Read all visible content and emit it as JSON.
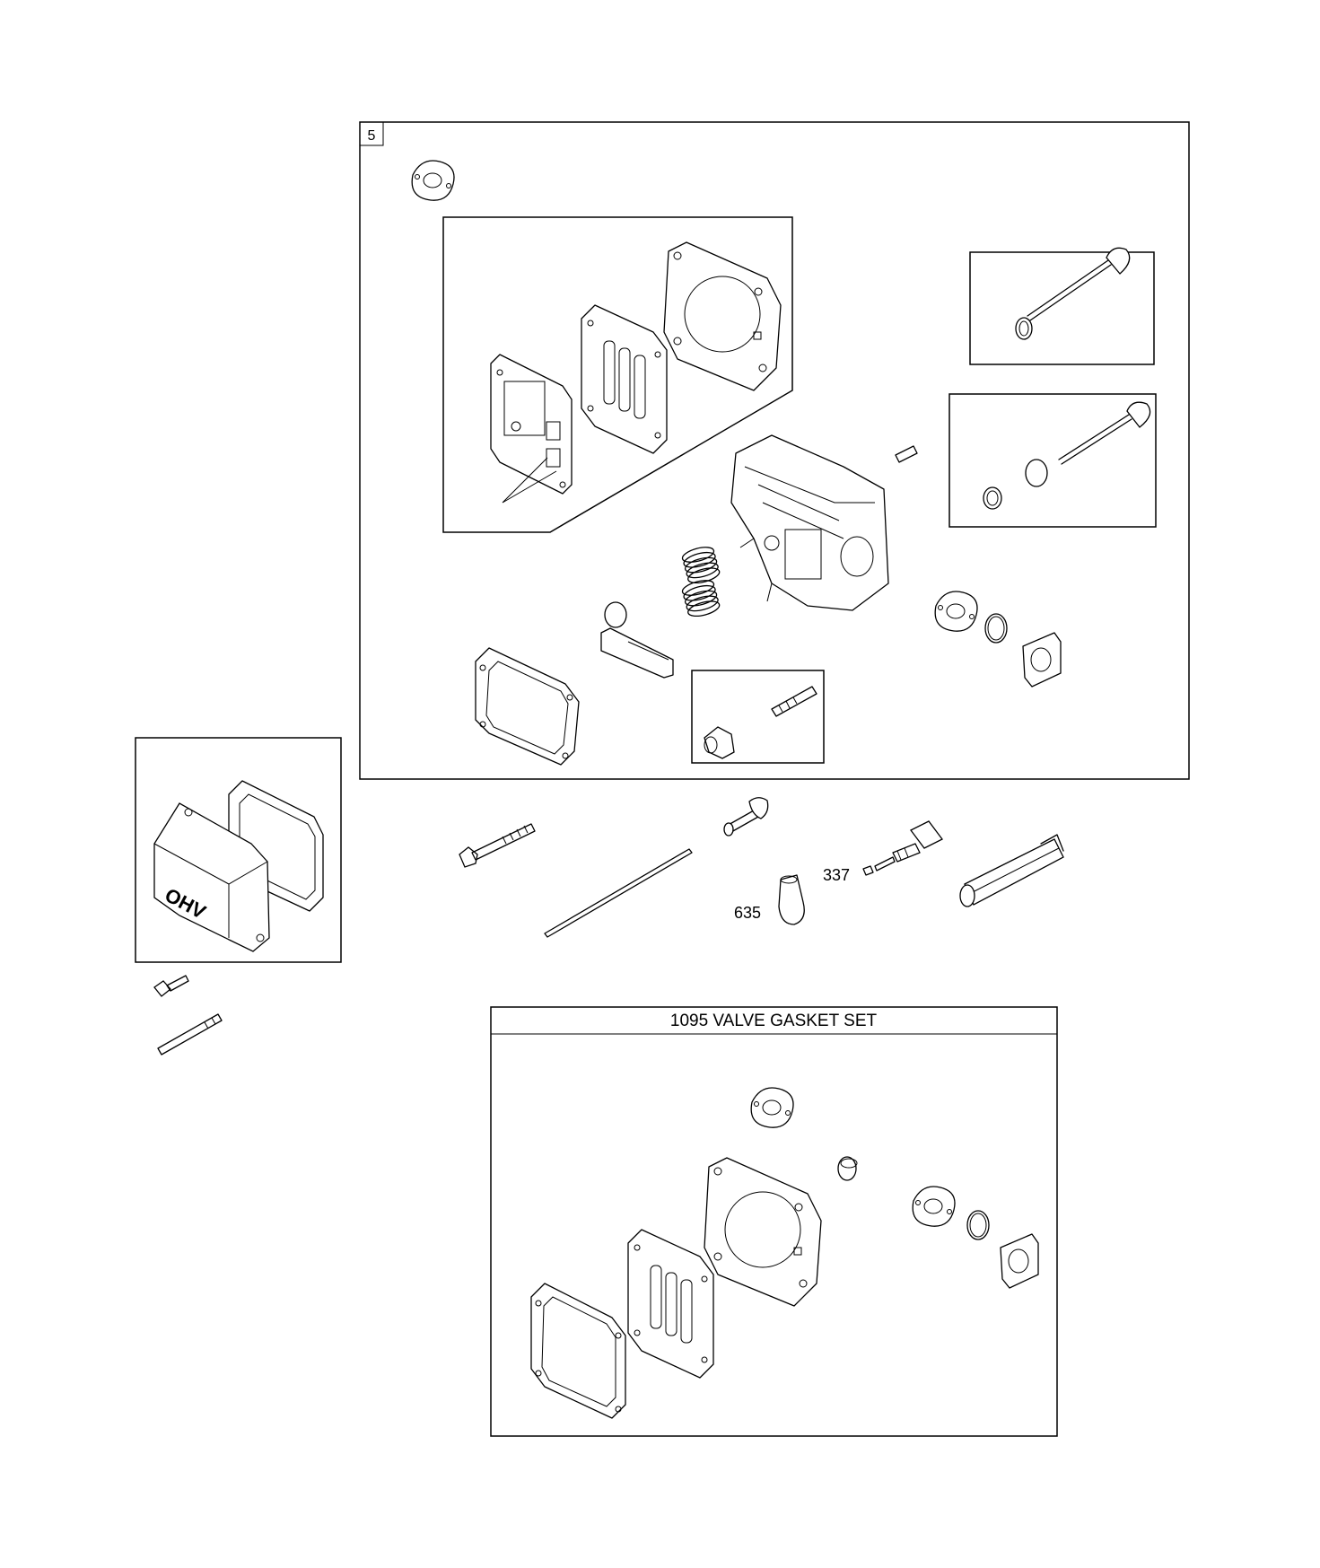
{
  "diagram": {
    "group_label": "5",
    "callouts": [
      "337",
      "635"
    ],
    "kit_title": "1095 VALVE GASKET SET",
    "cover_emblem": "OHV"
  }
}
